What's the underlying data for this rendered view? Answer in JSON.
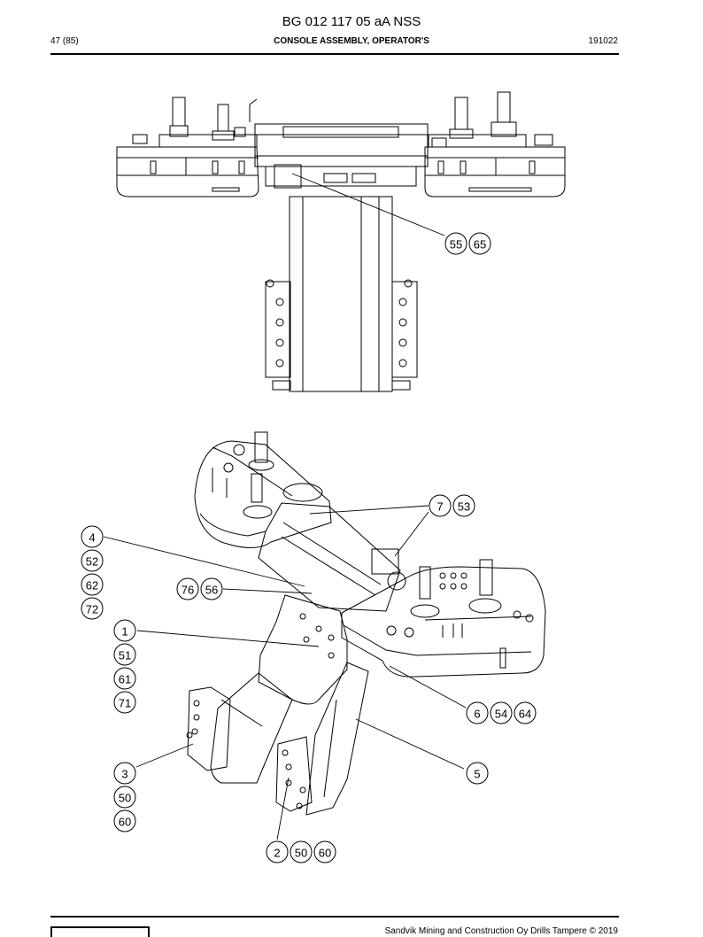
{
  "header": {
    "doc_number": "BG 012 117 05 aA NSS",
    "page": "47 (85)",
    "title": "CONSOLE ASSEMBLY, OPERATOR'S",
    "code": "191022"
  },
  "callouts": {
    "c55": "55",
    "c65": "65",
    "c7": "7",
    "c53": "53",
    "c4": "4",
    "c52": "52",
    "c62": "62",
    "c72": "72",
    "c76": "76",
    "c56": "56",
    "c1": "1",
    "c51": "51",
    "c61": "61",
    "c71": "71",
    "c6": "6",
    "c54": "54",
    "c64": "64",
    "c3": "3",
    "c50a": "50",
    "c60a": "60",
    "c5": "5",
    "c2": "2",
    "c50b": "50",
    "c60b": "60"
  },
  "footer": {
    "copyright": "Sandvik Mining and Construction Oy Drills Tampere © 2019"
  }
}
